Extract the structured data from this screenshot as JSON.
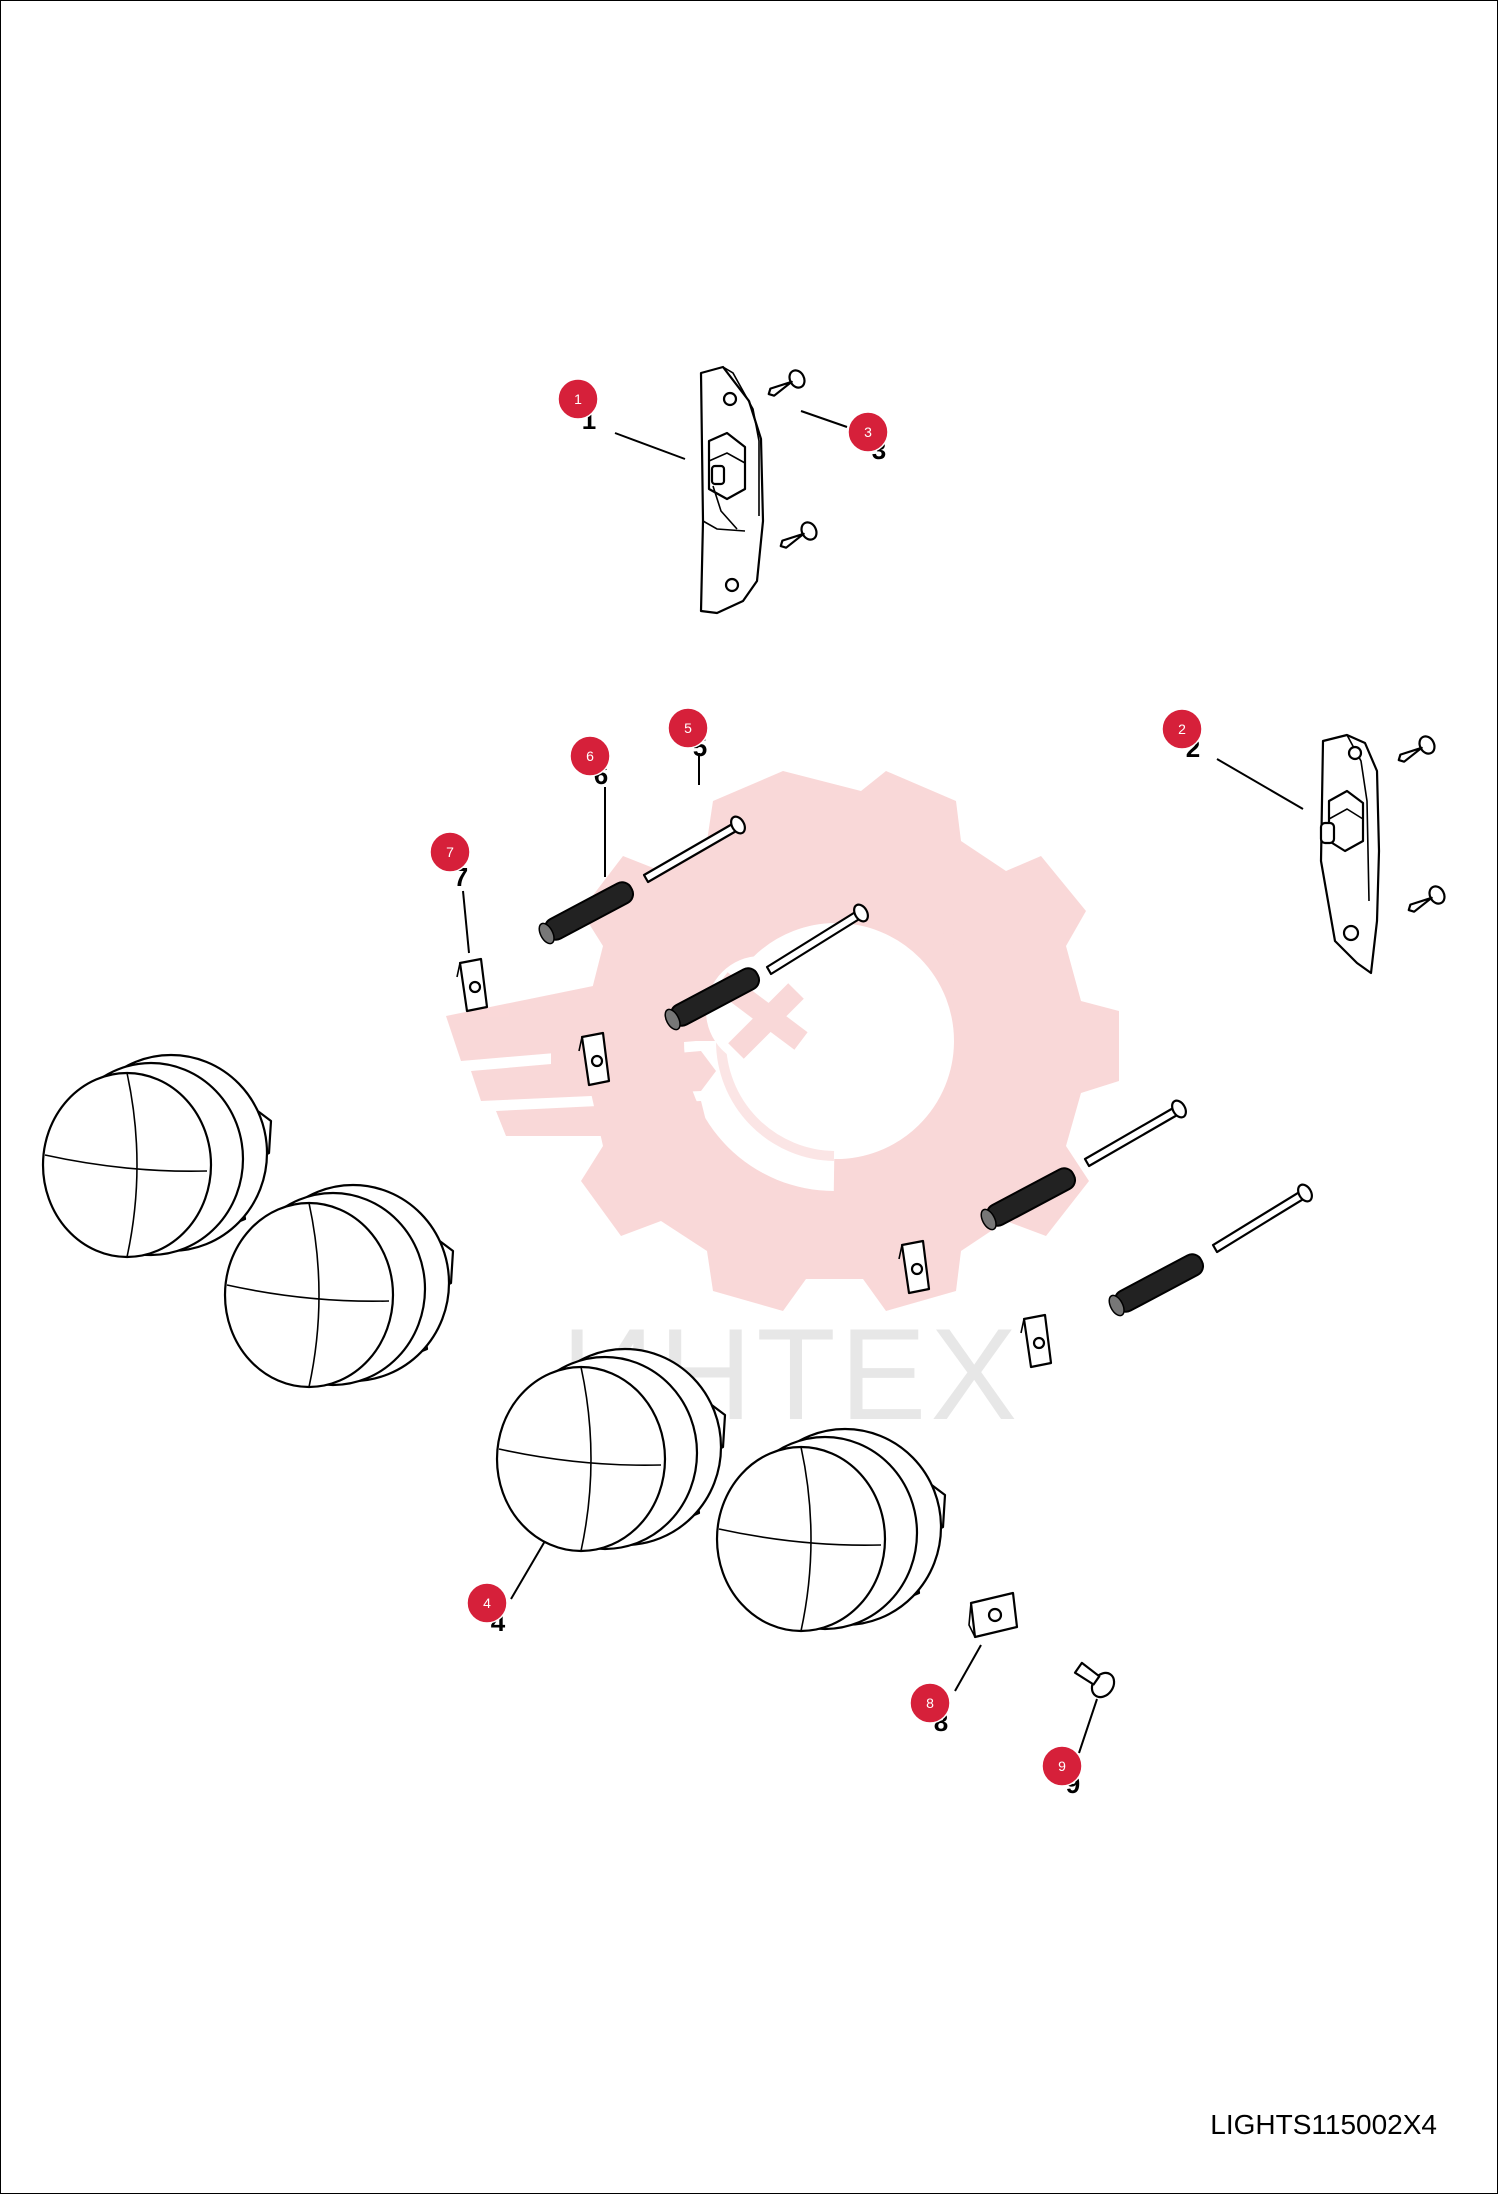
{
  "watermark": {
    "text": "ИНТЕХ",
    "color": "#f9d4d4"
  },
  "document_code": "LIGHTS115002X4",
  "callout_color": "#d6203a",
  "callouts": [
    {
      "id": "1",
      "label": "1"
    },
    {
      "id": "2",
      "label": "2"
    },
    {
      "id": "3",
      "label": "3"
    },
    {
      "id": "4",
      "label": "4"
    },
    {
      "id": "5",
      "label": "5"
    },
    {
      "id": "6",
      "label": "6"
    },
    {
      "id": "7",
      "label": "7"
    },
    {
      "id": "8",
      "label": "8"
    },
    {
      "id": "9",
      "label": "9"
    }
  ]
}
